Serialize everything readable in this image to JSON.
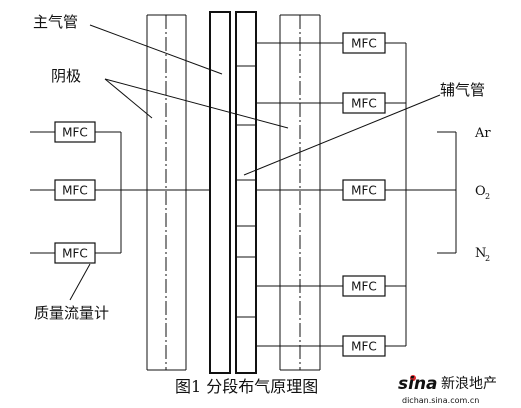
{
  "diagram": {
    "labels": {
      "main_pipe": "主气管",
      "cathode": "阴极",
      "aux_pipe": "辅气管",
      "flow_meter": "质量流量计"
    },
    "mfc_label": "MFC",
    "gases": {
      "ar": "Ar",
      "o2": "O",
      "o2_sub": "2",
      "n2": "N",
      "n2_sub": "2"
    },
    "caption": "图1 分段布气原理图"
  },
  "watermark": {
    "logo": "sina",
    "name": "新浪地产",
    "url": "dichan.sina.com.cn",
    "logo_color": "#e0282c"
  }
}
